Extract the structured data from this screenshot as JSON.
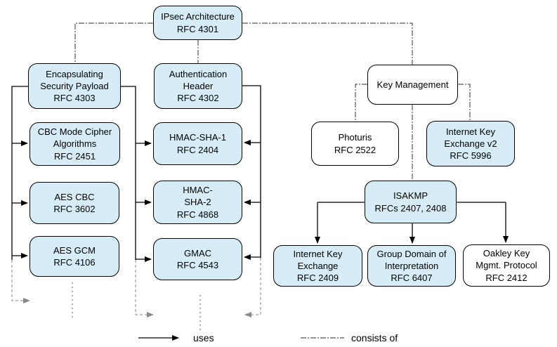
{
  "diagram": {
    "nodes": {
      "ipsec": {
        "label": "IPsec Architecture\nRFC 4301"
      },
      "esp": {
        "label": "Encapsulating\nSecurity Payload\nRFC 4303"
      },
      "ah": {
        "label": "Authentication\nHeader\nRFC 4302"
      },
      "keymgmt": {
        "label": "Key Management"
      },
      "cbc": {
        "label": "CBC Mode Cipher\nAlgorithms\nRFC 2451"
      },
      "hmacsha1": {
        "label": "HMAC-SHA-1\nRFC 2404"
      },
      "photuris": {
        "label": "Photuris\nRFC 2522"
      },
      "ikev2": {
        "label": "Internet Key\nExchange v2\nRFC 5996"
      },
      "aescbc": {
        "label": "AES CBC\nRFC 3602"
      },
      "hmacsha2": {
        "label": "HMAC-\nSHA-2\nRFC 4868"
      },
      "isakmp": {
        "label": "ISAKMP\nRFCs 2407, 2408"
      },
      "aesgcm": {
        "label": "AES GCM\nRFC 4106"
      },
      "gmac": {
        "label": "GMAC\nRFC 4543"
      },
      "ike": {
        "label": "Internet Key\nExchange\nRFC 2409"
      },
      "gdoi": {
        "label": "Group Domain of\nInterpretation\nRFC 6407"
      },
      "oakley": {
        "label": "Oakley Key\nMgmt. Protocol\nRFC 2412"
      }
    },
    "legend": {
      "uses": "uses",
      "consists_of": "consists of"
    },
    "colors": {
      "node_fill_blue": "#d6edf8",
      "node_fill_white": "#ffffff",
      "node_border": "#000000",
      "uses_line": "#000000",
      "consists_of_line": "#555555",
      "continuation_line": "#999999"
    }
  }
}
